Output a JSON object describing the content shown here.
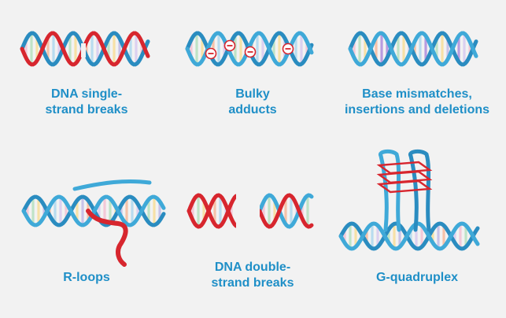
{
  "colors": {
    "background": "#f2f2f2",
    "label": "#1f8fc7",
    "strand_blue": "#3fa9d8",
    "strand_blue_dark": "#2a8cc0",
    "strand_red": "#d7262e",
    "base_pairs": [
      "#f3c9d8",
      "#bfe3c6",
      "#f7e1a6",
      "#c9c3e8",
      "#f6c2a8",
      "#b8dcef",
      "#dcd0f0"
    ]
  },
  "panels": [
    {
      "id": "ssb",
      "icon": "dna-single-strand-break-icon",
      "lines": [
        "DNA single-",
        "strand breaks"
      ]
    },
    {
      "id": "bulky",
      "icon": "dna-bulky-adduct-icon",
      "lines": [
        "Bulky",
        "adducts"
      ],
      "adduct_symbol": "⊖"
    },
    {
      "id": "mismatch",
      "icon": "dna-mismatch-icon",
      "lines": [
        "Base mismatches,",
        "insertions and deletions"
      ]
    },
    {
      "id": "rloop",
      "icon": "r-loop-icon",
      "lines": [
        "R-loops"
      ]
    },
    {
      "id": "dsb",
      "icon": "dna-double-strand-break-icon",
      "lines": [
        "DNA double-",
        "strand breaks"
      ]
    },
    {
      "id": "g4",
      "icon": "g-quadruplex-icon",
      "lines": [
        "G-quadruplex"
      ]
    }
  ]
}
